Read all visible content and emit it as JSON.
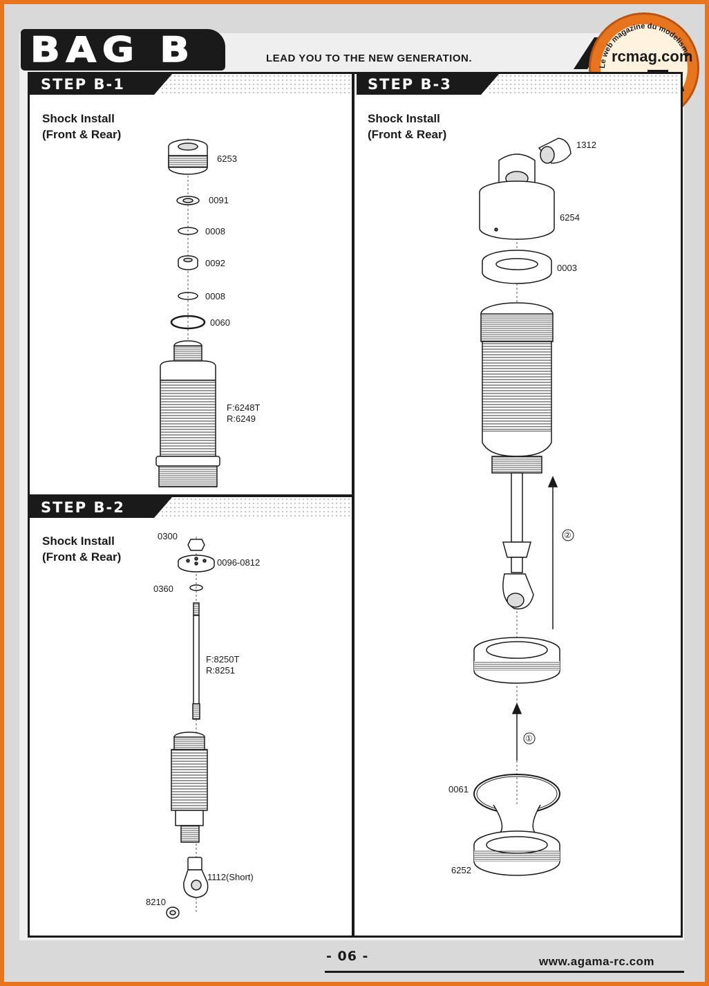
{
  "header": {
    "bag_title": "BAG B",
    "tagline": "LEAD YOU TO THE NEW GENERATION."
  },
  "watermark": {
    "site": "rcmag.com",
    "slogan": "Le web magazine du modelisme"
  },
  "steps": {
    "b1": {
      "tab": "STEP B-1",
      "heading_line1": "Shock Install",
      "heading_line2": "(Front & Rear)",
      "parts": {
        "p6253": "6253",
        "p0091": "0091",
        "p0008a": "0008",
        "p0092": "0092",
        "p0008b": "0008",
        "p0060": "0060",
        "body_front": "F:6248T",
        "body_rear": "R:6249"
      }
    },
    "b2": {
      "tab": "STEP B-2",
      "heading_line1": "Shock Install",
      "heading_line2": "(Front & Rear)",
      "parts": {
        "p0300": "0300",
        "p0096": "0096-0812",
        "p0360": "0360",
        "shaft_front": "F:8250T",
        "shaft_rear": "R:8251",
        "p1112": "1112(Short)",
        "p8210": "8210"
      }
    },
    "b3": {
      "tab": "STEP B-3",
      "heading_line1": "Shock Install",
      "heading_line2": "(Front & Rear)",
      "parts": {
        "p1312": "1312",
        "p6254": "6254",
        "p0003": "0003",
        "p0061": "0061",
        "p6252": "6252"
      },
      "order_1": "①",
      "order_2": "②"
    }
  },
  "footer": {
    "page_number": "- 06 -",
    "website": "www.agama-rc.com"
  },
  "colors": {
    "frame": "#e8741e",
    "ink": "#1a1a1a",
    "paper": "#ffffff"
  }
}
